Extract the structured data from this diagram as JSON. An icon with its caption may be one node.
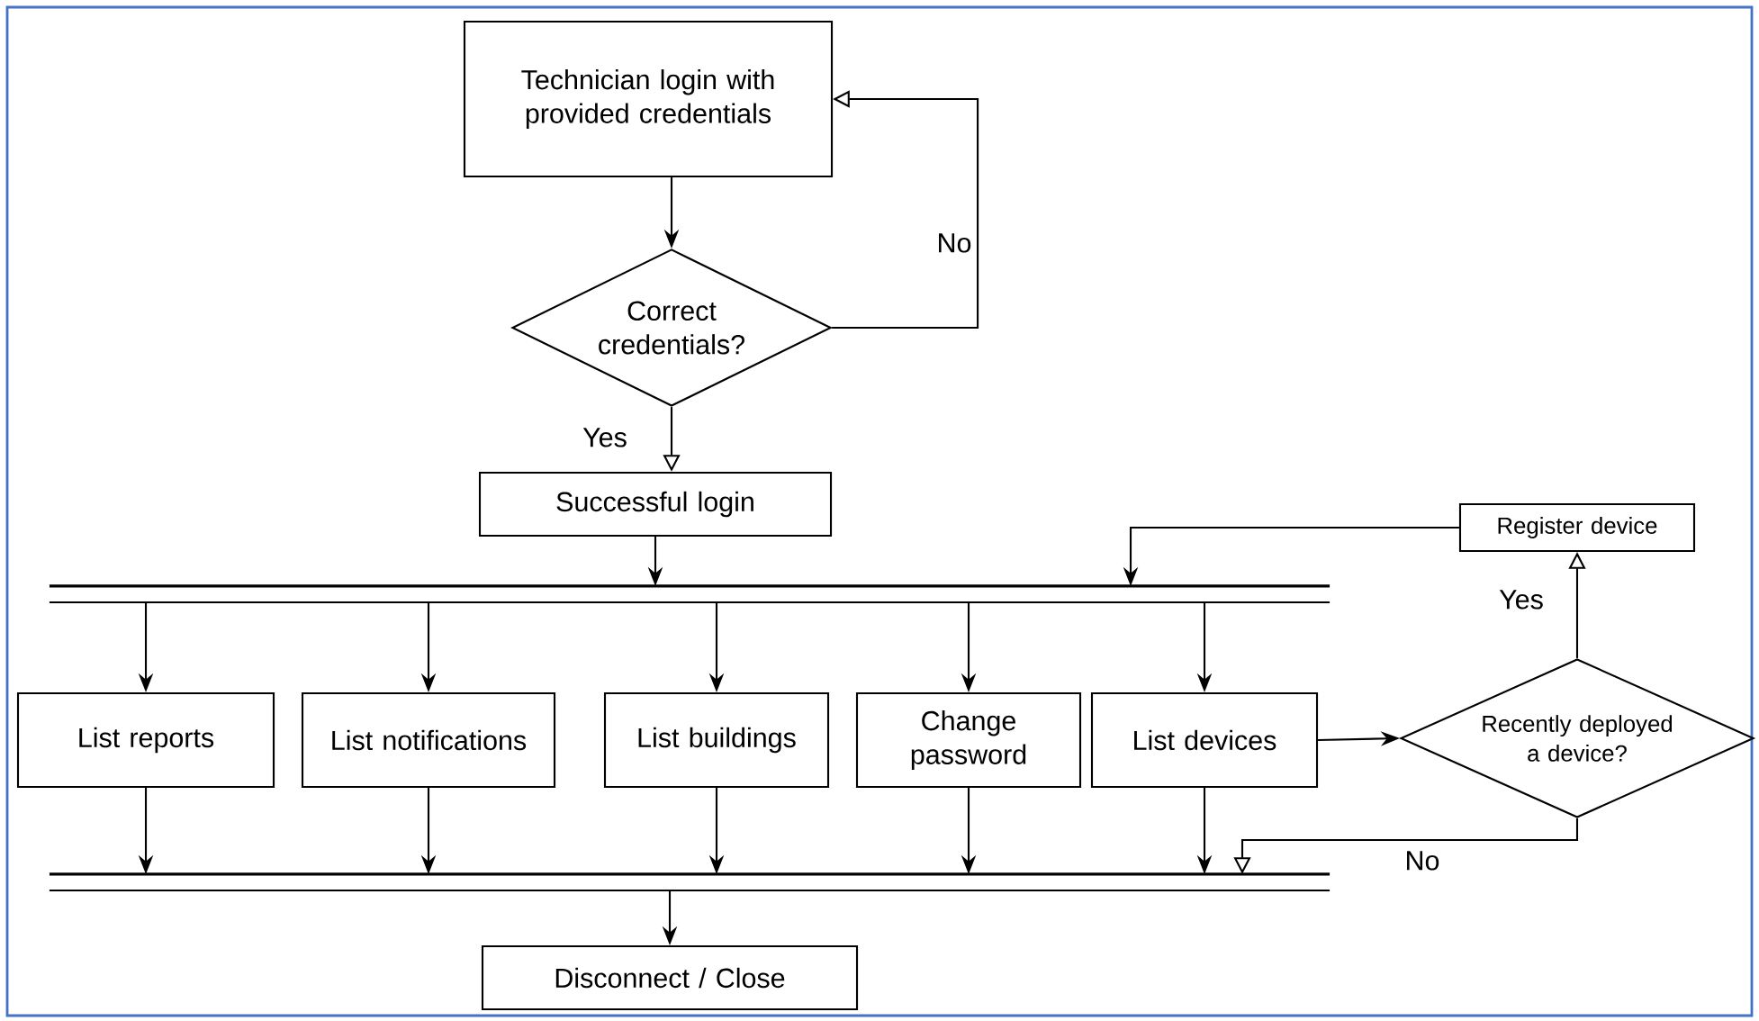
{
  "diagram": {
    "nodes": [
      {
        "text": [
          "Technician login with provided credentials"
        ]
      },
      {
        "text": [
          "Correct credentials?"
        ]
      },
      {
        "text": [
          "Successful login"
        ]
      },
      {
        "text": [],
        "shape": "bar"
      },
      {
        "text": [
          "List reports"
        ]
      },
      {
        "text": [
          "List notifications"
        ]
      },
      {
        "text": [
          "List buildings"
        ]
      },
      {
        "text": [
          "Change password"
        ]
      },
      {
        "text": [
          "List devices"
        ]
      },
      {
        "text": [
          "Recently deployed a device?"
        ]
      },
      {
        "text": [
          "Register device"
        ]
      },
      {
        "text": [],
        "shape": "bar"
      },
      {
        "text": [
          "Disconnect / Close"
        ]
      }
    ],
    "edges": [
      {
        "from": 0,
        "to": 1,
        "arrow": "to"
      },
      {
        "from": 1,
        "to": 0,
        "arrow": "to",
        "label": "No"
      },
      {
        "from": 1,
        "to": 2,
        "arrow": "to",
        "label": "Yes"
      },
      {
        "from": 2,
        "to": 3,
        "arrow": "to"
      },
      {
        "from": 10,
        "to": 3,
        "arrow": "to"
      },
      {
        "from": 3,
        "to": 4,
        "arrow": "to"
      },
      {
        "from": 3,
        "to": 5,
        "arrow": "to"
      },
      {
        "from": 3,
        "to": 6,
        "arrow": "to"
      },
      {
        "from": 3,
        "to": 7,
        "arrow": "to"
      },
      {
        "from": 3,
        "to": 8,
        "arrow": "to"
      },
      {
        "from": 8,
        "to": 9,
        "arrow": "to"
      },
      {
        "from": 9,
        "to": 10,
        "arrow": "to",
        "label": "Yes"
      },
      {
        "from": 9,
        "to": 11,
        "arrow": "to",
        "label": "No"
      },
      {
        "from": 4,
        "to": 11,
        "arrow": "to"
      },
      {
        "from": 5,
        "to": 11,
        "arrow": "to"
      },
      {
        "from": 6,
        "to": 11,
        "arrow": "to"
      },
      {
        "from": 7,
        "to": 11,
        "arrow": "to"
      },
      {
        "from": 8,
        "to": 11,
        "arrow": "to"
      },
      {
        "from": 11,
        "to": 12,
        "arrow": "to"
      }
    ]
  }
}
